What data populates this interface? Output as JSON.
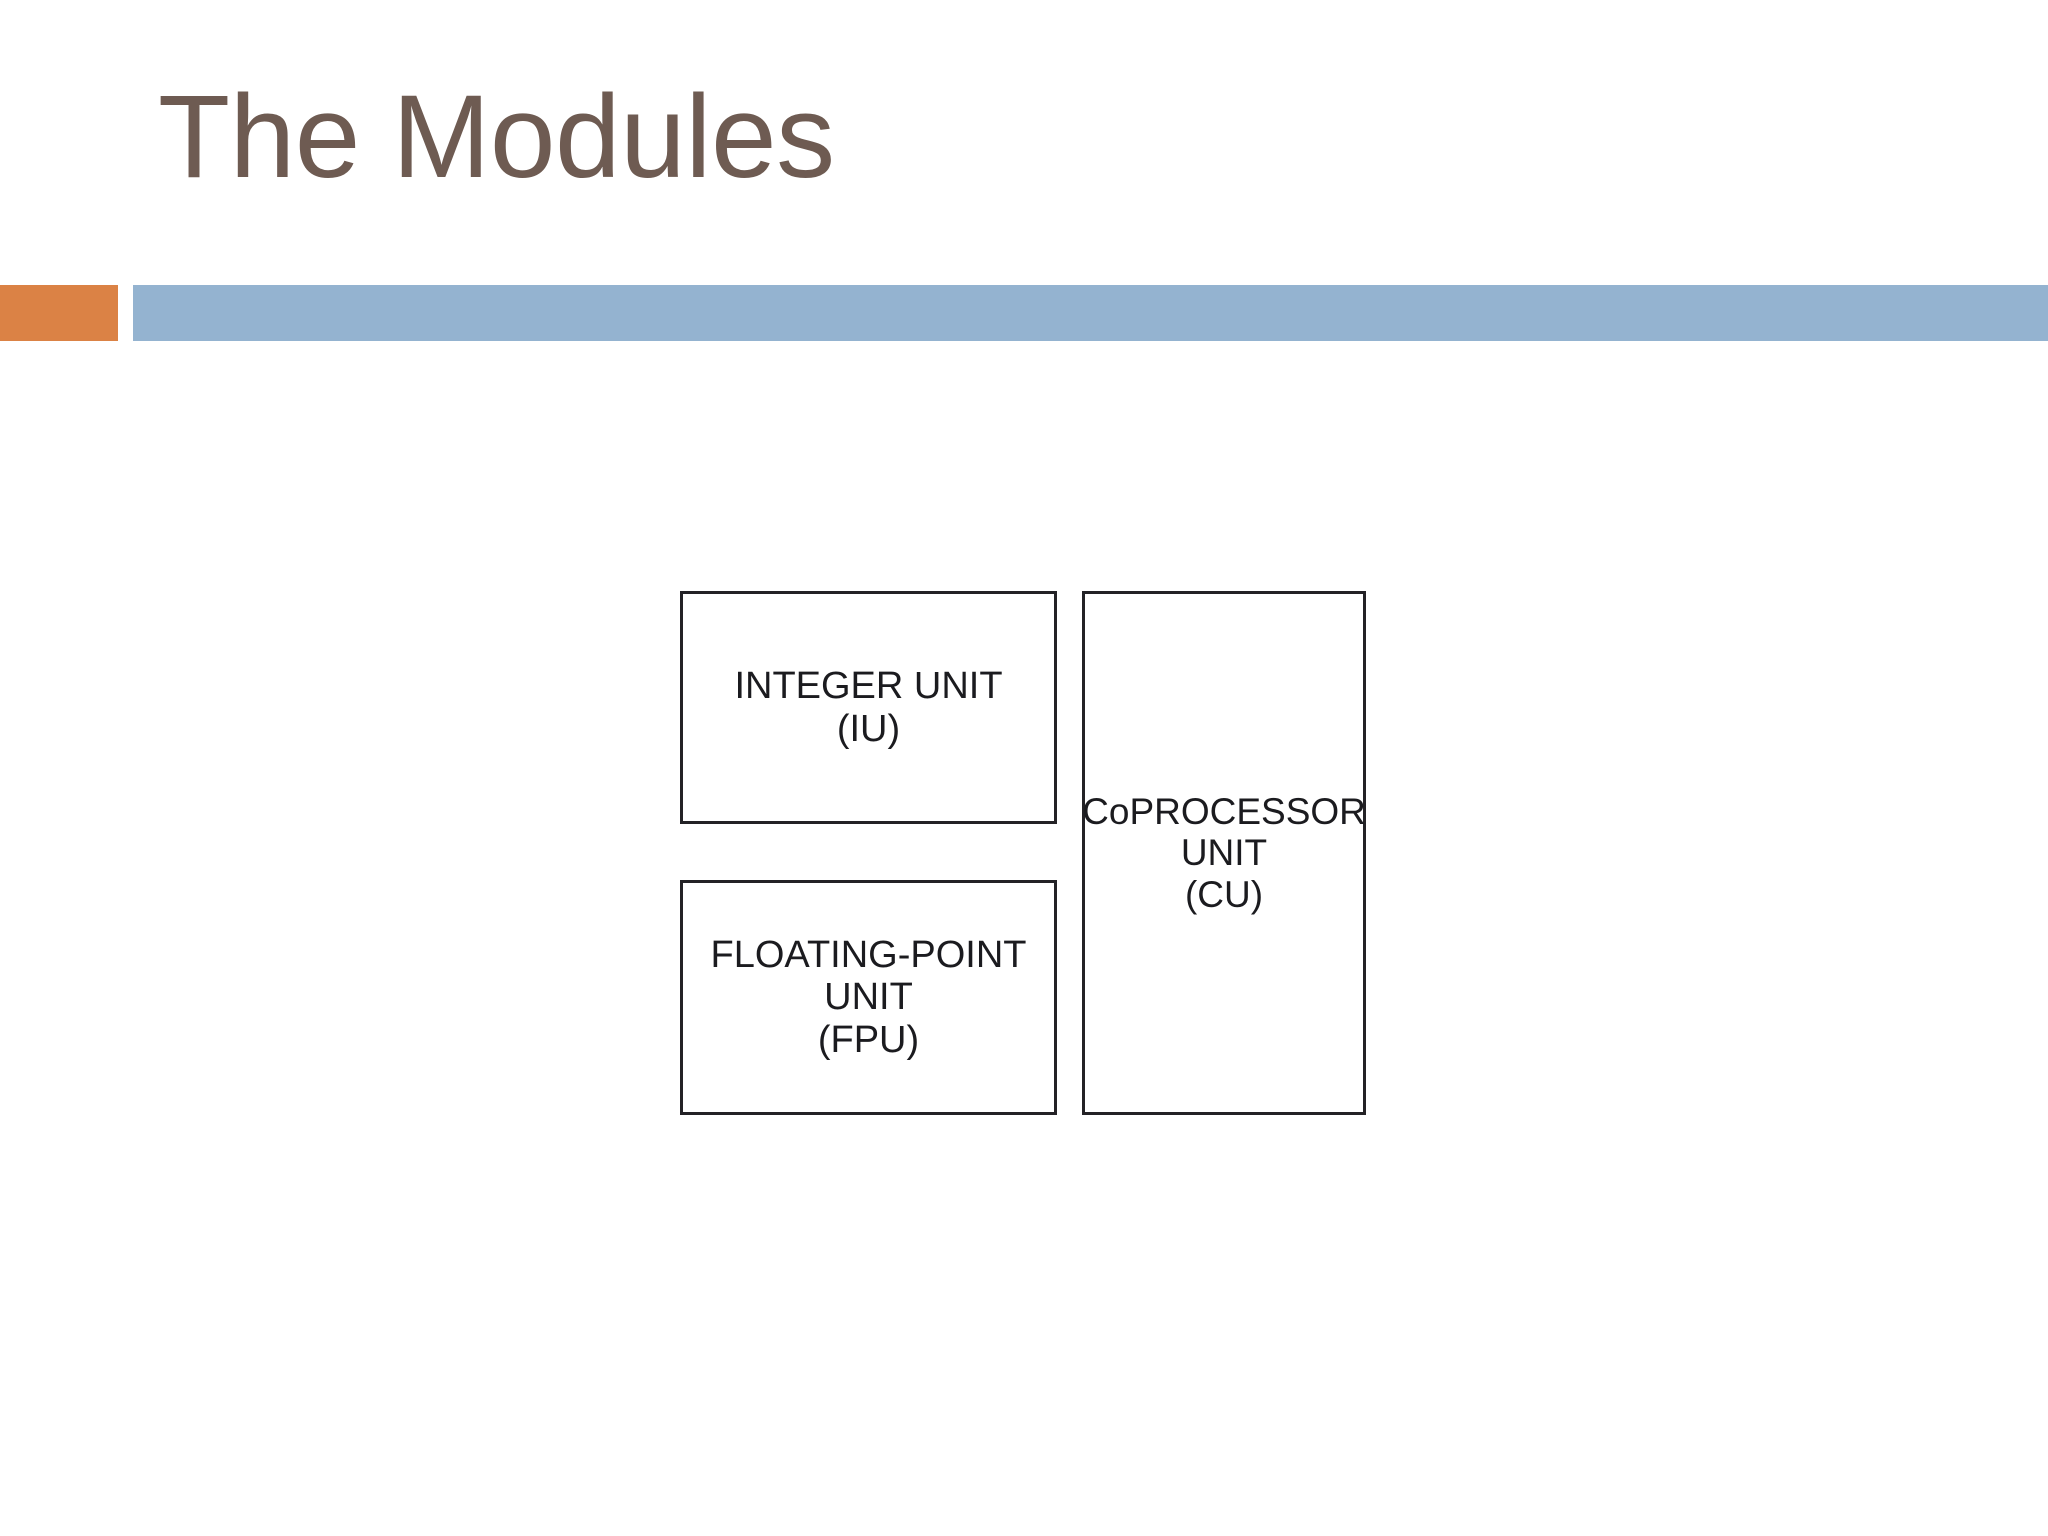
{
  "slide": {
    "title": "The Modules",
    "background_color": "#ffffff",
    "title_color": "#6E5B52",
    "accent_color": "#DB8245",
    "bar_color": "#94B3D0"
  },
  "diagram": {
    "type": "block-diagram",
    "boxes": [
      {
        "id": "integer-unit",
        "lines": [
          "INTEGER UNIT",
          "(IU)"
        ],
        "border_color": "#232226",
        "fill_color": "#ffffff"
      },
      {
        "id": "floating-point-unit",
        "lines": [
          "FLOATING-POINT",
          "UNIT",
          "(FPU)"
        ],
        "border_color": "#232226",
        "fill_color": "#ffffff"
      },
      {
        "id": "coprocessor-unit",
        "lines": [
          "CoPROCESSOR",
          "UNIT",
          "(CU)"
        ],
        "border_color": "#232226",
        "fill_color": "#ffffff"
      }
    ]
  }
}
